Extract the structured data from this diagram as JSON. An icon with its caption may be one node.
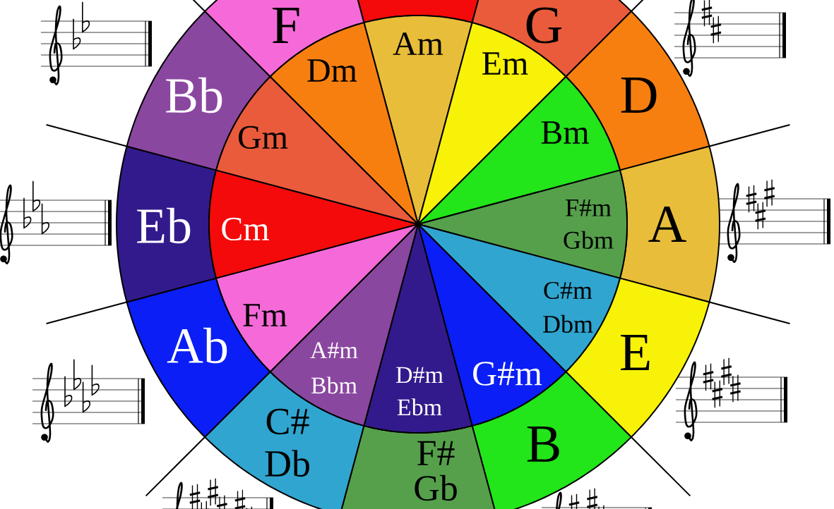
{
  "diagram": {
    "nodes": [
      {
        "text": [],
        "shape": "sector"
      },
      {
        "text": [
          "G"
        ]
      },
      {
        "text": [
          "D"
        ]
      },
      {
        "text": [
          "A"
        ]
      },
      {
        "text": [
          "E"
        ]
      },
      {
        "text": [
          "B"
        ]
      },
      {
        "text": [
          "F#",
          "Gb"
        ]
      },
      {
        "text": [
          "C#",
          "Db"
        ]
      },
      {
        "text": [
          "Ab"
        ]
      },
      {
        "text": [
          "Eb"
        ]
      },
      {
        "text": [
          "Bb"
        ]
      },
      {
        "text": [
          "F"
        ]
      },
      {
        "text": [
          "Am"
        ]
      },
      {
        "text": [
          "Em"
        ]
      },
      {
        "text": [
          "Bm"
        ]
      },
      {
        "text": [
          "F#m",
          "Gbm"
        ]
      },
      {
        "text": [
          "C#m",
          "Dbm"
        ]
      },
      {
        "text": [
          "G#m"
        ]
      },
      {
        "text": [
          "D#m",
          "Ebm"
        ]
      },
      {
        "text": [
          "A#m",
          "Bbm"
        ]
      },
      {
        "text": [
          "Fm"
        ]
      },
      {
        "text": [
          "Cm"
        ]
      },
      {
        "text": [
          "Gm"
        ]
      },
      {
        "text": [
          "Dm"
        ]
      }
    ]
  }
}
